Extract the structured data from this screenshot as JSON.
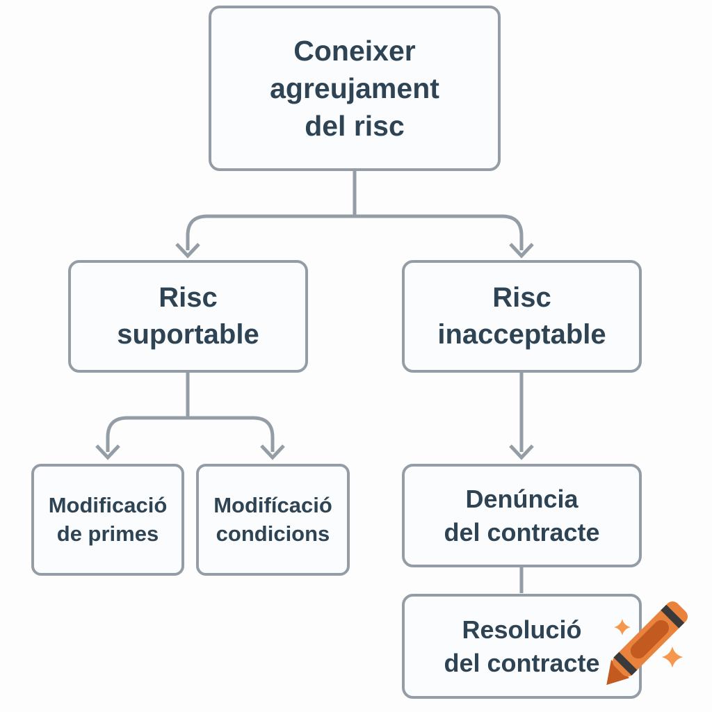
{
  "page": {
    "background": "#FDFDFD",
    "description": "Flowchart in Catalan about reacting to knowledge of risk aggravation in a contract"
  },
  "style": {
    "background": "#FDFDFD",
    "box_fill": "#FBFCFD",
    "box_border_color": "#949DA6",
    "connector_color": "#949DA6",
    "text_color": "#2E4454",
    "crayon_orange": "#E8823C",
    "crayon_dark_orange": "#C35A20",
    "crayon_stripe": "#3A3A3A",
    "sparkle_color": "#F5974F"
  },
  "diagram": {
    "type": "flowchart",
    "nodes": {
      "root": {
        "label": "Coneixer agreujament del risc",
        "lines": [
          "Coneixer",
          "agreujament",
          "del risc"
        ]
      },
      "suportable": {
        "label": "Risc suportable",
        "lines": [
          "Risc",
          "suportable"
        ]
      },
      "inacceptable": {
        "label": "Risc inacceptable",
        "lines": [
          "Risc",
          "inacceptable"
        ]
      },
      "mod_primes": {
        "label": "Modificació de primes",
        "lines": [
          "Modificació",
          "de primes"
        ]
      },
      "mod_condicions": {
        "label": "Modifícació condicions",
        "lines": [
          "Modifícació",
          "condicions"
        ]
      },
      "denuncia": {
        "label": "Denúncia del contracte",
        "lines": [
          "Denúncia",
          "del contracte"
        ]
      },
      "resolucio": {
        "label": "Resolució del contracte",
        "lines": [
          "Resolució",
          "del contracte"
        ]
      }
    },
    "edges": [
      {
        "from": "root",
        "to": "suportable",
        "arrow": true
      },
      {
        "from": "root",
        "to": "inacceptable",
        "arrow": true
      },
      {
        "from": "suportable",
        "to": "mod_primes",
        "arrow": true
      },
      {
        "from": "suportable",
        "to": "mod_condicions",
        "arrow": true
      },
      {
        "from": "inacceptable",
        "to": "denuncia",
        "arrow": true
      },
      {
        "from": "denuncia",
        "to": "resolucio",
        "arrow": false
      }
    ]
  },
  "icons": {
    "crayon": "orange-crayon-icon",
    "sparkles": 2
  }
}
